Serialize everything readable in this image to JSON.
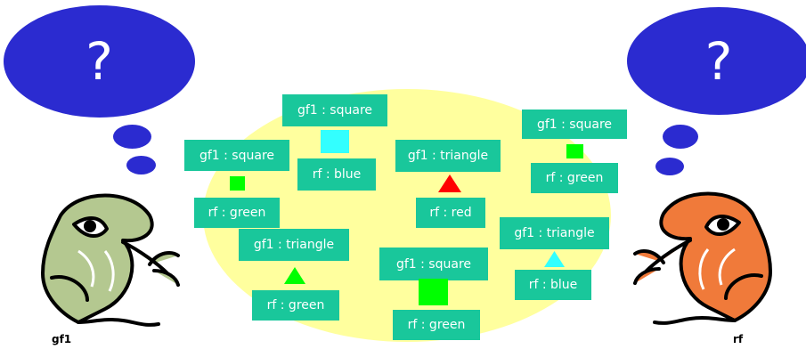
{
  "left_agent": {
    "name": "gf1",
    "question": "?"
  },
  "right_agent": {
    "name": "rf",
    "question": "?"
  },
  "colors": {
    "bubble": "#2b2bd0",
    "label_bg": "#19c79b",
    "oval": "#ffff9e",
    "cyan": "#33ffff",
    "green": "#00ff00",
    "red": "#ff0000",
    "left_frog_body": "#b4c890",
    "right_frog_body": "#f07a3a"
  },
  "objects": [
    {
      "gf1": "gf1 : square",
      "rf": "rf : blue",
      "shape": "square",
      "color": "cyan"
    },
    {
      "gf1": "gf1 : square",
      "rf": "rf : green",
      "shape": "square",
      "color": "green"
    },
    {
      "gf1": "gf1 : triangle",
      "rf": "rf : red",
      "shape": "triangle",
      "color": "red"
    },
    {
      "gf1": "gf1 : square",
      "rf": "rf : green",
      "shape": "square",
      "color": "green"
    },
    {
      "gf1": "gf1 : triangle",
      "rf": "rf : green",
      "shape": "triangle",
      "color": "green"
    },
    {
      "gf1": "gf1 : square",
      "rf": "rf : green",
      "shape": "square",
      "color": "green"
    },
    {
      "gf1": "gf1 : triangle",
      "rf": "rf : blue",
      "shape": "triangle",
      "color": "cyan"
    }
  ]
}
